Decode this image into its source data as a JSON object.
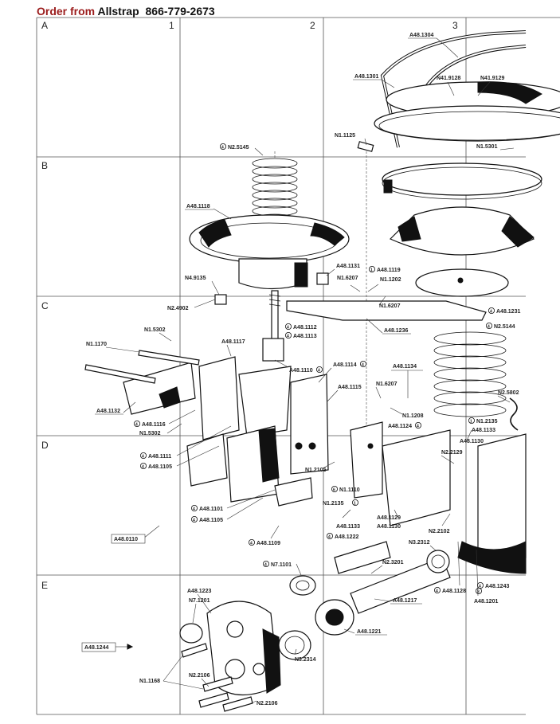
{
  "header": {
    "prefix": "Order from",
    "company": "Allstrap",
    "phone": "866-779-2673"
  },
  "grid": {
    "columns": [
      "1",
      "2",
      "3"
    ],
    "rows": [
      "A",
      "B",
      "C",
      "D",
      "E"
    ]
  },
  "parts": [
    {
      "id": "A48.1304",
      "label": "A48.1304"
    },
    {
      "id": "A48.1301",
      "label": "A48.1301"
    },
    {
      "id": "N41.9128",
      "label": "N41.9128"
    },
    {
      "id": "N41.9129",
      "label": "N41.9129"
    },
    {
      "id": "N1.1125",
      "label": "N1.1125"
    },
    {
      "id": "N1.5301",
      "label": "N1.5301"
    },
    {
      "id": "N2.5145",
      "label": "N2.5145",
      "marker": "4"
    },
    {
      "id": "A48.1118",
      "label": "A48.1118"
    },
    {
      "id": "A48.1131",
      "label": "A48.1131"
    },
    {
      "id": "A48.1119",
      "label": "A48.1119",
      "marker": "1"
    },
    {
      "id": "N1.6207a",
      "label": "N1.6207"
    },
    {
      "id": "N1.1202",
      "label": "N1.1202"
    },
    {
      "id": "N4.9135",
      "label": "N4.9135"
    },
    {
      "id": "N1.6207b",
      "label": "N1.6207"
    },
    {
      "id": "N2.4902",
      "label": "N2.4902"
    },
    {
      "id": "A48.1231",
      "label": "A48.1231",
      "marker": "4"
    },
    {
      "id": "N2.5144",
      "label": "N2.5144",
      "marker": "4"
    },
    {
      "id": "A48.1112",
      "label": "A48.1112",
      "marker": "4"
    },
    {
      "id": "A48.1113",
      "label": "A48.1113",
      "marker": "4"
    },
    {
      "id": "A48.1236",
      "label": "A48.1236"
    },
    {
      "id": "N1.5302a",
      "label": "N1.5302"
    },
    {
      "id": "N1.1170",
      "label": "N1.1170"
    },
    {
      "id": "A48.1117",
      "label": "A48.1117"
    },
    {
      "id": "A48.1110",
      "label": "A48.1110",
      "marker": "4"
    },
    {
      "id": "A48.1114",
      "label": "A48.1114",
      "marker": "4"
    },
    {
      "id": "A48.1134",
      "label": "A48.1134"
    },
    {
      "id": "A48.1115",
      "label": "A48.1115"
    },
    {
      "id": "N1.6207c",
      "label": "N1.6207"
    },
    {
      "id": "N2.5802",
      "label": "N2.5802"
    },
    {
      "id": "A48.1132",
      "label": "A48.1132"
    },
    {
      "id": "A48.1116",
      "label": "A48.1116",
      "marker": "4"
    },
    {
      "id": "N1.5302b",
      "label": "N1.5302"
    },
    {
      "id": "N1.1208",
      "label": "N1.1208"
    },
    {
      "id": "A48.1124",
      "label": "A48.1124",
      "marker": "4"
    },
    {
      "id": "N1.2135a",
      "label": "N1.2135",
      "marker": "1"
    },
    {
      "id": "A48.1133a",
      "label": "A48.1133"
    },
    {
      "id": "A48.1130a",
      "label": "A48.1130"
    },
    {
      "id": "N2.2129",
      "label": "N2.2129"
    },
    {
      "id": "A48.1111",
      "label": "A48.1111",
      "marker": "4"
    },
    {
      "id": "A48.1105a",
      "label": "A48.1105",
      "marker": "4"
    },
    {
      "id": "N1.2105",
      "label": "N1.2105"
    },
    {
      "id": "N1.1110",
      "label": "N1.1110",
      "marker": "6"
    },
    {
      "id": "N1.2135b",
      "label": "N1.2135",
      "marker": "1"
    },
    {
      "id": "A48.1101",
      "label": "A48.1101",
      "marker": "4"
    },
    {
      "id": "A48.1105b",
      "label": "A48.1105",
      "marker": "4"
    },
    {
      "id": "A48.1129",
      "label": "A48.1129"
    },
    {
      "id": "A48.1130b",
      "label": "A48.1130"
    },
    {
      "id": "A48.1133b",
      "label": "A48.1133"
    },
    {
      "id": "N2.2102",
      "label": "N2.2102"
    },
    {
      "id": "A48.0110",
      "label": "A48.0110"
    },
    {
      "id": "A48.1222",
      "label": "A48.1222",
      "marker": "4"
    },
    {
      "id": "A48.1109",
      "label": "A48.1109",
      "marker": "4"
    },
    {
      "id": "N3.2312",
      "label": "N3.2312"
    },
    {
      "id": "N7.1101",
      "label": "N7.1101",
      "marker": "4"
    },
    {
      "id": "N2.3201",
      "label": "N2.3201"
    },
    {
      "id": "A48.1243",
      "label": "A48.1243",
      "marker": "4"
    },
    {
      "id": "A48.1128",
      "label": "A48.1128",
      "marker": "4"
    },
    {
      "id": "A48.1201",
      "label": "A48.1201",
      "marker": "8"
    },
    {
      "id": "A48.1223",
      "label": "A48.1223"
    },
    {
      "id": "N7.1201",
      "label": "N7.1201"
    },
    {
      "id": "A48.1217",
      "label": "A48.1217"
    },
    {
      "id": "A48.1221",
      "label": "A48.1221"
    },
    {
      "id": "A48.1244",
      "label": "A48.1244"
    },
    {
      "id": "N3.2314",
      "label": "N3.2314"
    },
    {
      "id": "N1.1168",
      "label": "N1.1168"
    },
    {
      "id": "N2.2106a",
      "label": "N2.2106"
    },
    {
      "id": "N2.2106b",
      "label": "N2.2106"
    }
  ]
}
